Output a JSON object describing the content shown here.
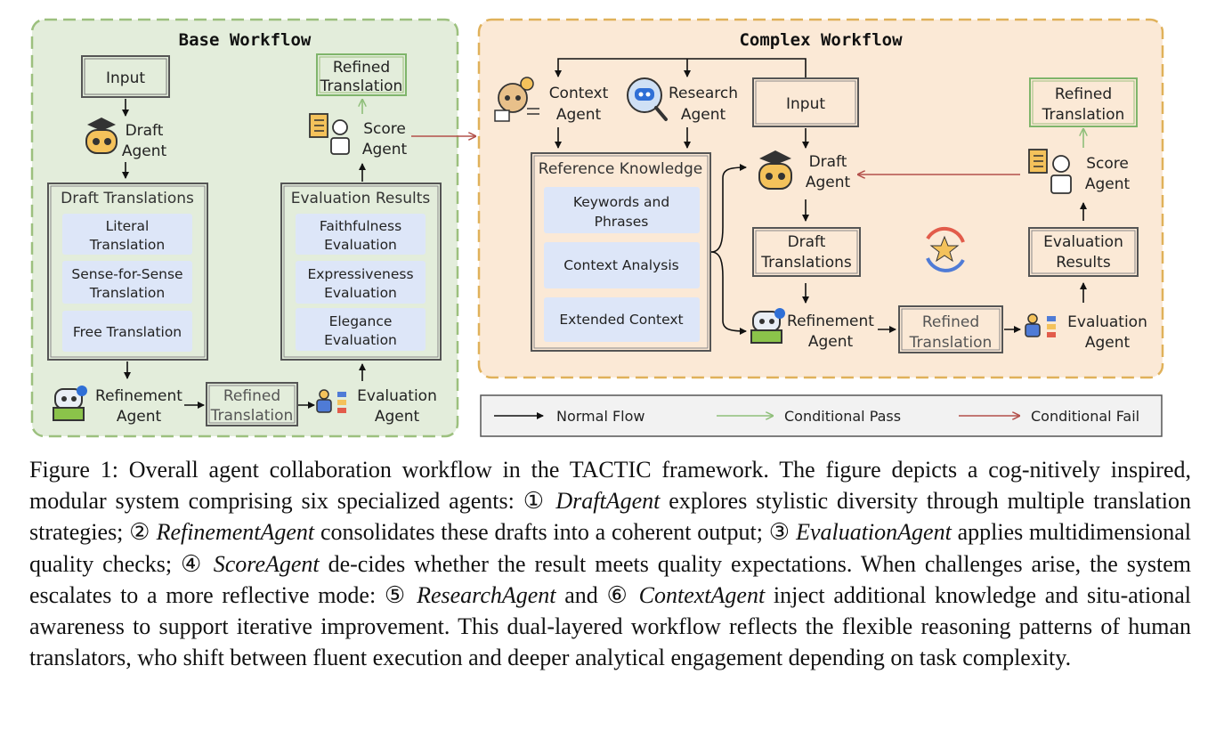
{
  "base": {
    "title": "Base Workflow",
    "input": "Input",
    "draft_agent": [
      "Draft",
      "Agent"
    ],
    "draft_translations": {
      "title": "Draft Translations",
      "items": [
        [
          "Literal",
          "Translation"
        ],
        [
          "Sense-for-Sense",
          "Translation"
        ],
        [
          "Free Translation"
        ]
      ]
    },
    "refinement_agent": [
      "Refinement",
      "Agent"
    ],
    "refined_translation": [
      "Refined",
      "Translation"
    ],
    "evaluation_agent": [
      "Evaluation",
      "Agent"
    ],
    "evaluation_results": {
      "title": "Evaluation Results",
      "items": [
        [
          "Faithfulness",
          "Evaluation"
        ],
        [
          "Expressiveness",
          "Evaluation"
        ],
        [
          "Elegance",
          "Evaluation"
        ]
      ]
    },
    "score_agent": [
      "Score",
      "Agent"
    ],
    "refined_output": [
      "Refined",
      "Translation"
    ]
  },
  "complex": {
    "title": "Complex Workflow",
    "context_agent": [
      "Context",
      "Agent"
    ],
    "research_agent": [
      "Research",
      "Agent"
    ],
    "input": "Input",
    "reference_knowledge": {
      "title": "Reference Knowledge",
      "items": [
        [
          "Keywords and",
          "Phrases"
        ],
        [
          "Context Analysis"
        ],
        [
          "Extended Context"
        ]
      ]
    },
    "draft_agent": [
      "Draft",
      "Agent"
    ],
    "draft_translations": [
      "Draft",
      "Translations"
    ],
    "refinement_agent": [
      "Refinement",
      "Agent"
    ],
    "refined_translation": [
      "Refined",
      "Translation"
    ],
    "evaluation_agent": [
      "Evaluation",
      "Agent"
    ],
    "evaluation_results": [
      "Evaluation",
      "Results"
    ],
    "score_agent": [
      "Score",
      "Agent"
    ],
    "refined_output": [
      "Refined",
      "Translation"
    ]
  },
  "legend": {
    "normal": "Normal Flow",
    "pass": "Conditional Pass",
    "fail": "Conditional Fail"
  },
  "colors": {
    "base_bg": "#e3eddb",
    "base_border": "#9cc07e",
    "complex_bg": "#fbe9d6",
    "complex_border": "#e0b15a",
    "sub_item": "#dde6f8",
    "pass_arrow": "#8fbf7a",
    "fail_arrow": "#b3504b"
  },
  "caption": {
    "fig": "Figure 1: Overall agent collaboration workflow in the TACTIC framework. The figure depicts a cog-nitively inspired, modular system comprising six specialized agents: ①",
    "a1": "DraftAgent",
    "t1": " explores stylistic diversity through multiple translation strategies; ② ",
    "a2": "RefinementAgent",
    "t2": " consolidates these drafts into a coherent output; ③ ",
    "a3": "EvaluationAgent",
    "t3": " applies multidimensional quality checks; ④ ",
    "a4": "ScoreAgent",
    "t4": " de-cides whether the result meets quality expectations. When challenges arise, the system escalates to a more reflective mode: ⑤ ",
    "a5": "ResearchAgent",
    "t5": " and ⑥ ",
    "a6": "ContextAgent",
    "t6": " inject additional knowledge and situ-ational awareness to support iterative improvement. This dual-layered workflow reflects the flexible reasoning patterns of human translators, who shift between fluent execution and deeper analytical engagement depending on task complexity."
  }
}
